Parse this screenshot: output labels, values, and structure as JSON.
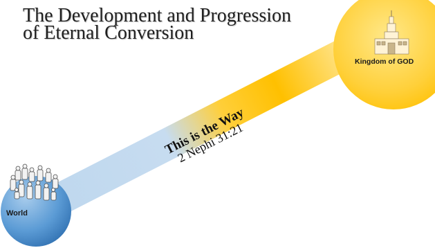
{
  "slide": {
    "title_line1": "The Development and Progression",
    "title_line2": "of Eternal Conversion"
  },
  "nodes": {
    "world_label": "World",
    "kingdom_label": "Kingdom of GOD"
  },
  "path": {
    "caption": "This is the Way",
    "reference": "2 Nephi 31:21"
  },
  "colors": {
    "world": "#5b9bd5",
    "kingdom": "#ffc000",
    "path_start": "#bdd7ee",
    "path_end": "#ffc000"
  },
  "icons": {
    "people": "group-of-people-icon",
    "temple": "temple-icon"
  }
}
